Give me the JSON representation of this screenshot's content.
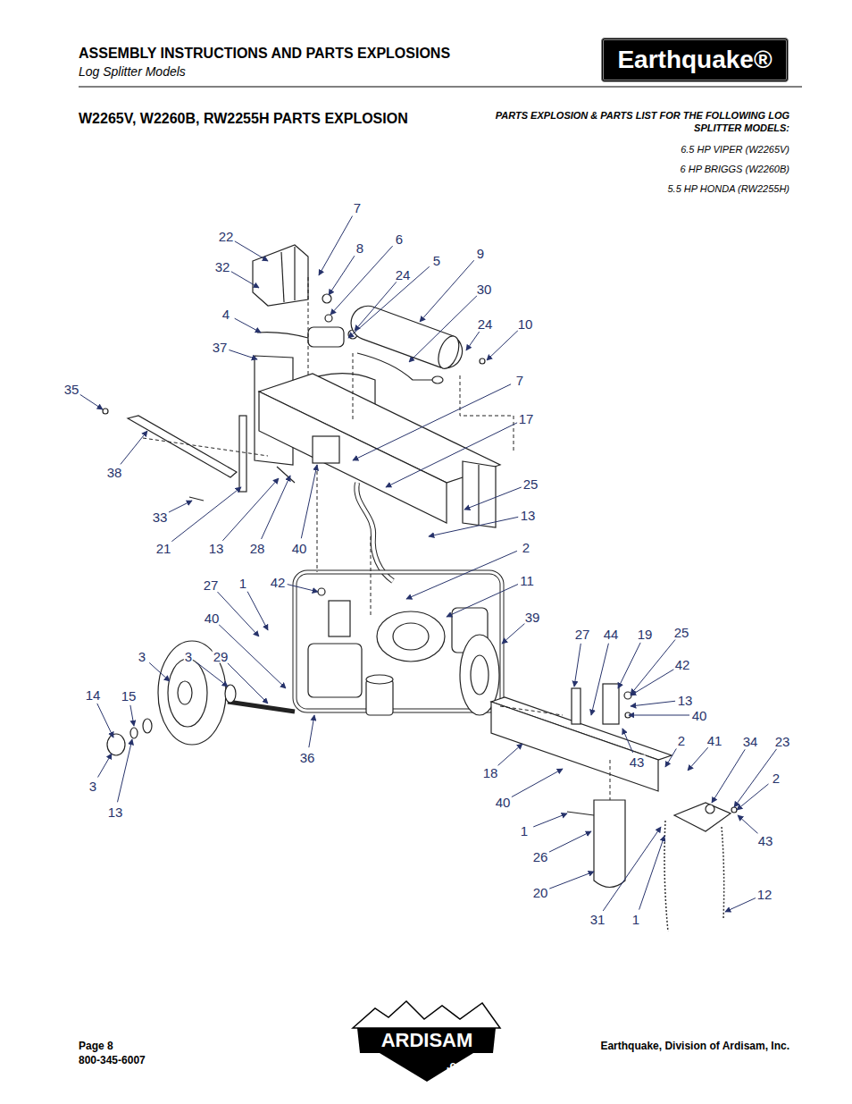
{
  "diagram": {
    "title": "ASSEMBLY INSTRUCTIONS AND PARTS EXPLOSIONS",
    "nodes": [
      {
        "text": [
          "Earthquake®"
        ]
      }
    ],
    "labels": [
      "Log Splitter Models",
      "W2265V, W2260B, RW2255H PARTS EXPLOSION",
      "PARTS EXPLOSION & PARTS LIST FOR THE FOLLOWING LOG SPLITTER MODELS:",
      "6.5 HP VIPER (W2265V)",
      "6 HP BRIGGS (W2260B)",
      "5.5 HP HONDA (RW2255H)",
      "7",
      "22",
      "8",
      "6",
      "32",
      "24",
      "5",
      "9",
      "30",
      "4",
      "24",
      "10",
      "37",
      "35",
      "7",
      "17",
      "38",
      "25",
      "13",
      "33",
      "21",
      "13",
      "28",
      "40",
      "2",
      "27",
      "1",
      "42",
      "11",
      "39",
      "40",
      "27",
      "44",
      "19",
      "25",
      "3",
      "3",
      "29",
      "42",
      "14",
      "15",
      "13",
      "40",
      "3",
      "13",
      "36",
      "2",
      "41",
      "34",
      "23",
      "43",
      "18",
      "2",
      "40",
      "43",
      "1",
      "26",
      "20",
      "12",
      "31",
      "1",
      "Page 8",
      "800-345-6007",
      "ARDISAM",
      ".com",
      "Earthquake, Division of Ardisam, Inc."
    ]
  }
}
